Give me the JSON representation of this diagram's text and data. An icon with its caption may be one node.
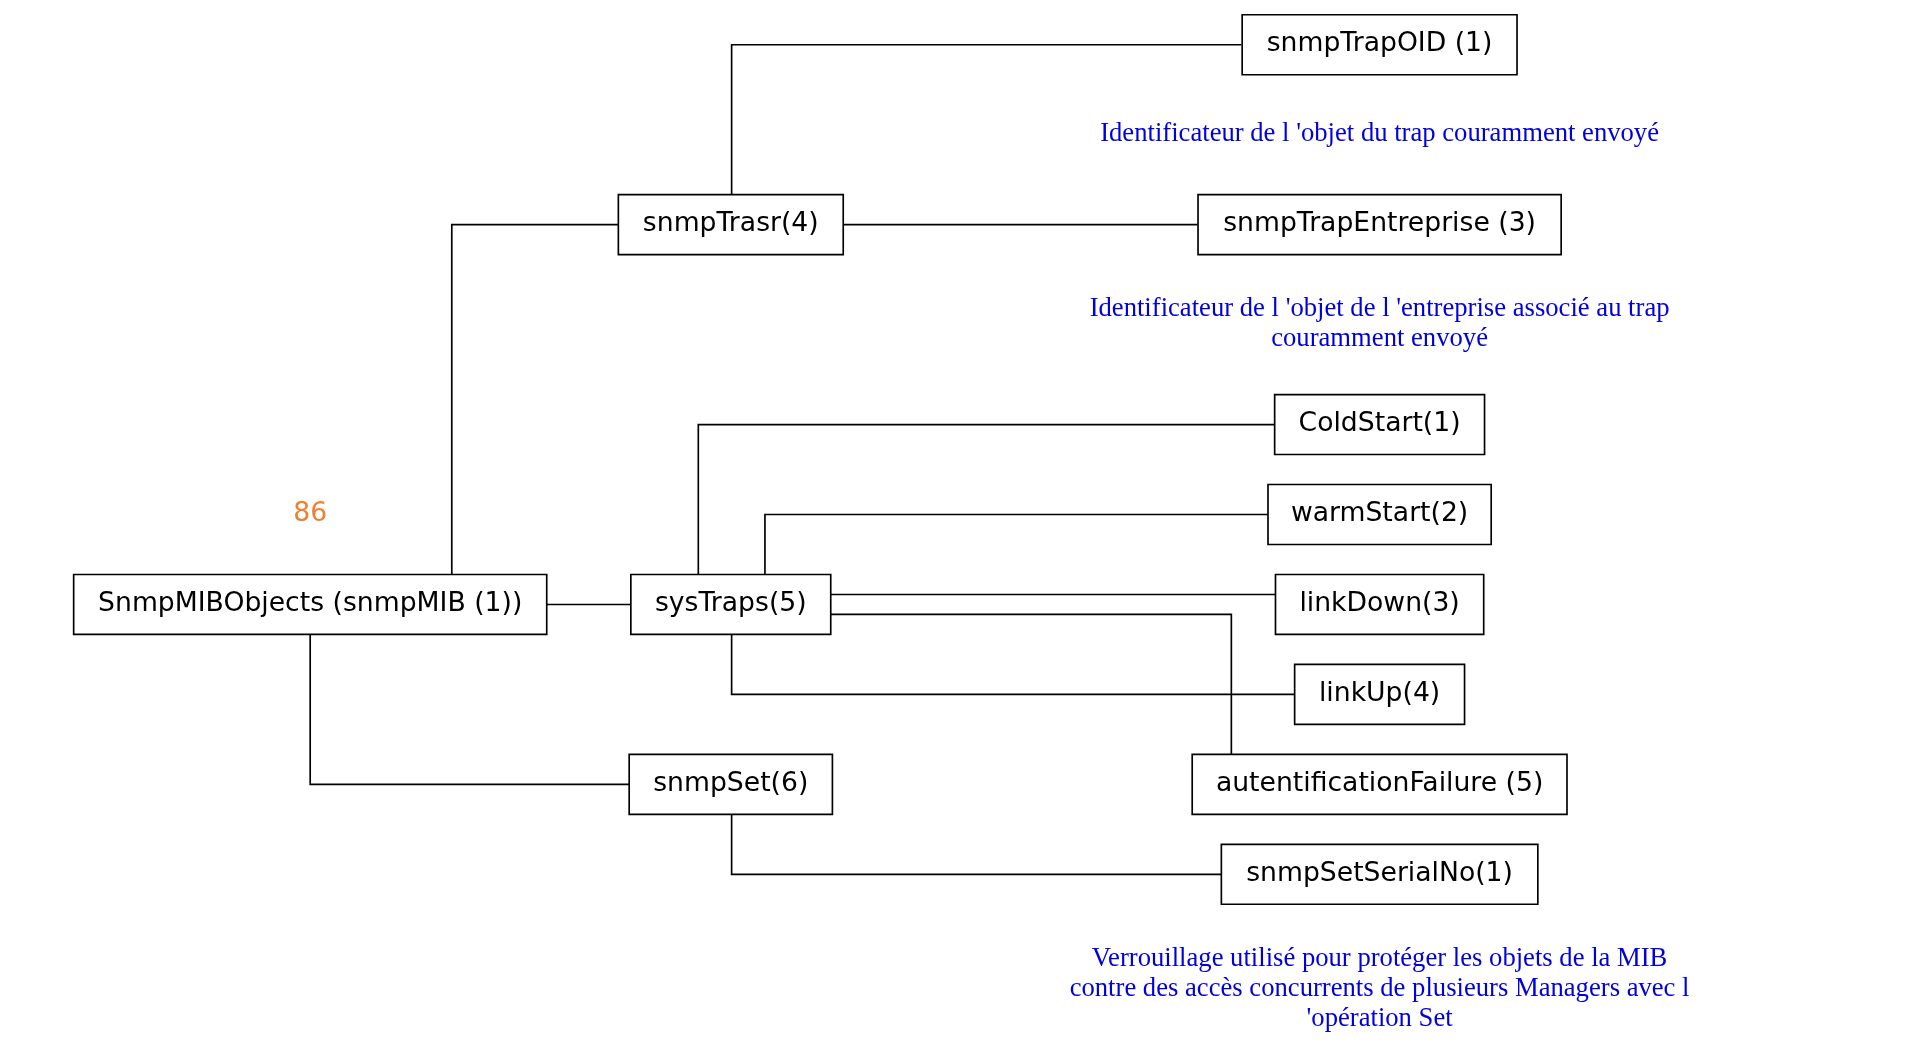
{
  "diagram": {
    "nodes": [
      {
        "text": [
          "SnmpMIBObjects (snmpMIB (1))"
        ]
      },
      {
        "text": [
          "snmpTrasr(4)"
        ]
      },
      {
        "text": [
          "snmpTrapOID (1)"
        ],
        "beside": [
          "Identificateur de l 'objet du trap couramment envoyé"
        ]
      },
      {
        "text": [
          "snmpTrapEntreprise (3)"
        ],
        "beside": [
          "Identificateur de l 'objet de l 'entreprise associé au trap couramment envoyé"
        ]
      },
      {
        "text": [
          "sysTraps(5)"
        ]
      },
      {
        "text": [
          "ColdStart(1)"
        ]
      },
      {
        "text": [
          "warmStart(2)"
        ]
      },
      {
        "text": [
          "linkDown(3)"
        ]
      },
      {
        "text": [
          "linkUp(4)"
        ]
      },
      {
        "text": [
          "autentificationFailure (5)"
        ]
      },
      {
        "text": [
          "snmpSet(6)"
        ]
      },
      {
        "text": [
          "snmpSetSerialNo(1)"
        ],
        "beside": [
          "Verrouillage utilisé pour protéger les objets de la MIB contre des accès concurrents de plusieurs Managers avec l 'opération Set"
        ]
      }
    ],
    "edges": [
      {
        "from": 0,
        "to": 1,
        "arrow": "none"
      },
      {
        "from": 1,
        "to": 2,
        "arrow": "none"
      },
      {
        "from": 1,
        "to": 3,
        "arrow": "none"
      },
      {
        "from": 0,
        "to": 4,
        "arrow": "none"
      },
      {
        "from": 4,
        "to": 5,
        "arrow": "none"
      },
      {
        "from": 4,
        "to": 6,
        "arrow": "none"
      },
      {
        "from": 4,
        "to": 7,
        "arrow": "none"
      },
      {
        "from": 4,
        "to": 8,
        "arrow": "none"
      },
      {
        "from": 4,
        "to": 9,
        "arrow": "none"
      },
      {
        "from": 0,
        "to": 10,
        "arrow": "none"
      },
      {
        "from": 10,
        "to": 11,
        "arrow": "none"
      }
    ],
    "labels": [
      "86"
    ]
  }
}
